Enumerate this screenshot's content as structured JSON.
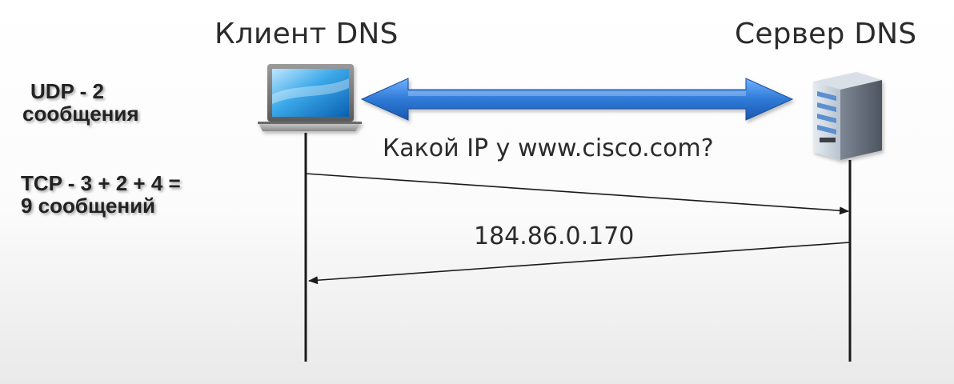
{
  "client": {
    "title": "Клиент DNS"
  },
  "server": {
    "title": "Сервер DNS"
  },
  "notes": {
    "udp": [
      "UDP - 2",
      "сообщения"
    ],
    "tcp": [
      "TCP - 3 + 2 + 4 =",
      "9 сообщений"
    ]
  },
  "messages": {
    "query": "Какой IP у www.cisco.com?",
    "answer": "184.86.0.170"
  },
  "colors": {
    "double_arrow": "#3a7fd6",
    "lines": "#1a1a1a"
  },
  "icons": {
    "client": "laptop-icon",
    "server": "server-icon",
    "link": "double-arrow-icon"
  }
}
